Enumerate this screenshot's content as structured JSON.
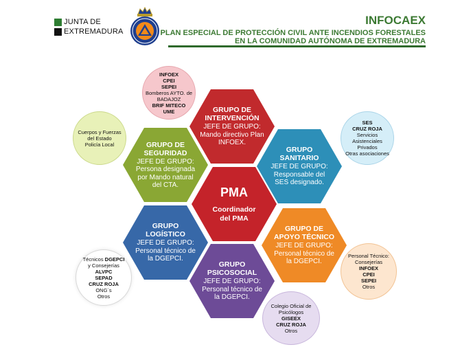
{
  "header": {
    "logo_line1": "JUNTA DE",
    "logo_line2": "EXTREMADURA",
    "title": "INFOCAEX",
    "subtitle1": "PLAN ESPECIAL DE PROTECCIÓN CIVIL ANTE INCENDIOS FORESTALES",
    "subtitle2": "EN LA COMUNIDAD AUTÓNOMA DE EXTREMADURA"
  },
  "colors": {
    "brand_green": "#3c7a33",
    "intervencion": "#c12a2d",
    "seguridad": "#8aa734",
    "sanitario": "#2d8fb8",
    "pma": "#c4232a",
    "logistico": "#3768a8",
    "apoyo_tecnico": "#ef8a26",
    "psicosocial": "#6d4b97"
  },
  "center": {
    "title": "PMA",
    "subtitle": "Coordinador del PMA"
  },
  "groups": {
    "intervencion": {
      "title": "GRUPO DE INTERVENCIÓN",
      "body": "JEFE DE GRUPO: Mando directivo Plan INFOEX."
    },
    "seguridad": {
      "title": "GRUPO DE SEGURIDAD",
      "body": "JEFE DE GRUPO: Persona designada por Mando natural del CTA."
    },
    "sanitario": {
      "title": "GRUPO SANITARIO",
      "body": "JEFE DE GRUPO: Responsable del SES designado."
    },
    "logistico": {
      "title": "GRUPO LOGÍSTICO",
      "body": "JEFE DE GRUPO: Personal técnico de la DGEPCI."
    },
    "apoyo": {
      "title": "GRUPO DE APOYO TÉCNICO",
      "body": "JEFE DE GRUPO: Personal técnico de la DGEPCI."
    },
    "psicosocial": {
      "title": "GRUPO PSICOSOCIAL",
      "body": "JEFE DE GRUPO: Personal técnico de la DGEPCI."
    }
  },
  "circles": {
    "intervencion": {
      "l1": "INFOEX",
      "l2": "CPEI",
      "l3": "SEPEI",
      "l4": "Bomberos AYTO. de BADAJOZ",
      "l5": "BRIF MITECO",
      "l6": "UME"
    },
    "seguridad": {
      "l1": "Cuerpos y Fuerzas del Estado",
      "l2": "Policía Local"
    },
    "sanitario": {
      "l1": "SES",
      "l2": "CRUZ ROJA",
      "l3": "Servicios Asistenciales Privados",
      "l4": "Otras asociaciones"
    },
    "logistico": {
      "l1a": "Técnicos ",
      "l1b": "DGEPCI",
      "l2": "y Consejerías",
      "l3": "ALVPC",
      "l4": "SEPAD",
      "l5": "CRUZ ROJA",
      "l6": "ONG´s",
      "l7": "Otros"
    },
    "apoyo": {
      "l1": "Personal Técnico: Consejerías",
      "l2": "INFOEX",
      "l3": "CPEI",
      "l4": "SEPEI",
      "l5": "Otros"
    },
    "psicosocial": {
      "l1": "Colegio Oficial de Psicólogos",
      "l2": "GISEEX",
      "l3": "CRUZ ROJA",
      "l4": "Otros"
    }
  }
}
